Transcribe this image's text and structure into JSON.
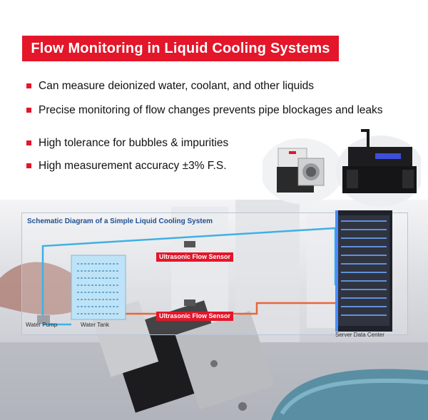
{
  "title": "Flow Monitoring in Liquid Cooling Systems",
  "bullets": [
    "Can measure deionized water, coolant, and other liquids",
    "Precise monitoring of flow changes prevents pipe blockages and leaks",
    "High tolerance for bubbles & impurities",
    "High measurement accuracy ±3% F.S."
  ],
  "diagram": {
    "title": "Schematic Diagram of a Simple Liquid Cooling System",
    "sensor_label_1": "Ultrasonic Flow Sensor",
    "sensor_label_2": "Ultrasonic Flow Sensor",
    "pump_label": "Water Pump",
    "tank_label": "Water Tank",
    "server_label": "Server Data Center"
  },
  "colors": {
    "accent": "#e3162a",
    "cold_pipe": "#3fb0e6",
    "hot_pipe": "#e8663a",
    "diagram_title": "#1f4f91"
  }
}
